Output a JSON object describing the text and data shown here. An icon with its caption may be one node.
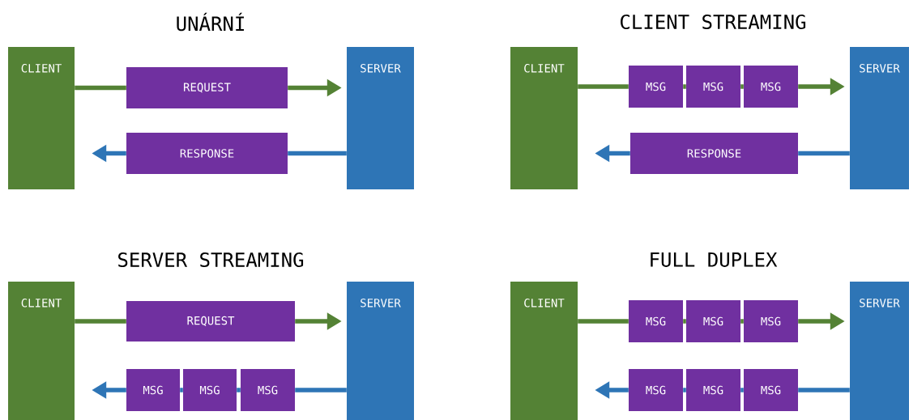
{
  "diagram": {
    "nodes": [
      {
        "text": [
          "CLIENT"
        ]
      },
      {
        "text": [
          "REQUEST"
        ]
      },
      {
        "text": [
          "SERVER"
        ]
      },
      {
        "text": [
          "RESPONSE"
        ]
      },
      {
        "text": [
          "CLIENT"
        ]
      },
      {
        "text": [
          "MSG"
        ]
      },
      {
        "text": [
          "MSG"
        ]
      },
      {
        "text": [
          "MSG"
        ]
      },
      {
        "text": [
          "SERVER"
        ]
      },
      {
        "text": [
          "RESPONSE"
        ]
      },
      {
        "text": [
          "CLIENT"
        ]
      },
      {
        "text": [
          "REQUEST"
        ]
      },
      {
        "text": [
          "SERVER"
        ]
      },
      {
        "text": [
          "MSG"
        ]
      },
      {
        "text": [
          "MSG"
        ]
      },
      {
        "text": [
          "MSG"
        ]
      },
      {
        "text": [
          "CLIENT"
        ]
      },
      {
        "text": [
          "MSG"
        ]
      },
      {
        "text": [
          "MSG"
        ]
      },
      {
        "text": [
          "MSG"
        ]
      },
      {
        "text": [
          "SERVER"
        ]
      },
      {
        "text": [
          "MSG"
        ]
      },
      {
        "text": [
          "MSG"
        ]
      },
      {
        "text": [
          "MSG"
        ]
      }
    ],
    "edges": [
      {
        "from": 0,
        "to": 1,
        "arrow": "none",
        "color": "#548235"
      },
      {
        "from": 1,
        "to": 2,
        "arrow": "to",
        "color": "#548235"
      },
      {
        "from": 2,
        "to": 3,
        "arrow": "none",
        "color": "#2e75b6"
      },
      {
        "from": 3,
        "to": 0,
        "arrow": "to",
        "color": "#2e75b6"
      },
      {
        "from": 4,
        "to": 5,
        "arrow": "none",
        "color": "#548235"
      },
      {
        "from": 5,
        "to": 6,
        "arrow": "none",
        "color": "#548235"
      },
      {
        "from": 6,
        "to": 7,
        "arrow": "none",
        "color": "#548235"
      },
      {
        "from": 7,
        "to": 8,
        "arrow": "to",
        "color": "#548235"
      },
      {
        "from": 8,
        "to": 9,
        "arrow": "none",
        "color": "#2e75b6"
      },
      {
        "from": 9,
        "to": 4,
        "arrow": "to",
        "color": "#2e75b6"
      },
      {
        "from": 10,
        "to": 11,
        "arrow": "none",
        "color": "#548235"
      },
      {
        "from": 11,
        "to": 12,
        "arrow": "to",
        "color": "#548235"
      },
      {
        "from": 12,
        "to": 15,
        "arrow": "none",
        "color": "#2e75b6"
      },
      {
        "from": 15,
        "to": 14,
        "arrow": "none",
        "color": "#2e75b6"
      },
      {
        "from": 14,
        "to": 13,
        "arrow": "none",
        "color": "#2e75b6"
      },
      {
        "from": 13,
        "to": 10,
        "arrow": "to",
        "color": "#2e75b6"
      },
      {
        "from": 16,
        "to": 17,
        "arrow": "none",
        "color": "#548235"
      },
      {
        "from": 17,
        "to": 18,
        "arrow": "none",
        "color": "#548235"
      },
      {
        "from": 18,
        "to": 19,
        "arrow": "none",
        "color": "#548235"
      },
      {
        "from": 19,
        "to": 20,
        "arrow": "to",
        "color": "#548235"
      },
      {
        "from": 20,
        "to": 23,
        "arrow": "none",
        "color": "#2e75b6"
      },
      {
        "from": 23,
        "to": 22,
        "arrow": "none",
        "color": "#2e75b6"
      },
      {
        "from": 22,
        "to": 21,
        "arrow": "none",
        "color": "#2e75b6"
      },
      {
        "from": 21,
        "to": 16,
        "arrow": "to",
        "color": "#2e75b6"
      }
    ],
    "labels": [
      "UNÁRNÍ",
      "CLIENT STREAMING",
      "SERVER STREAMING",
      "FULL DUPLEX"
    ]
  }
}
